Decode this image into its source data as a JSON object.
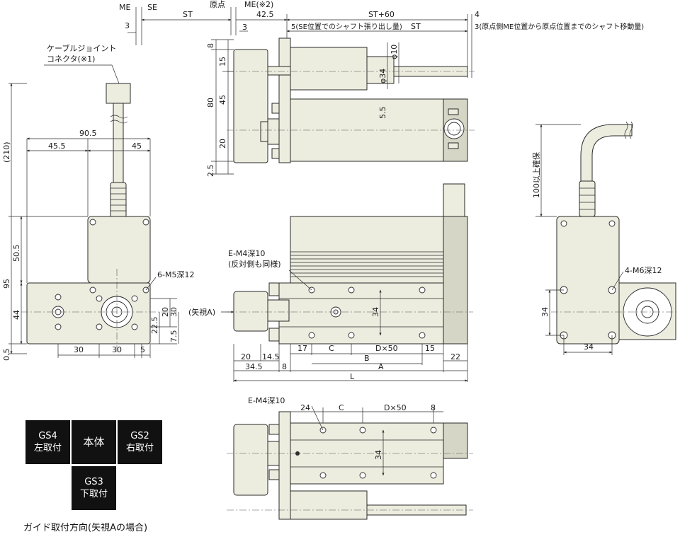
{
  "top_labels": {
    "me": "ME",
    "se": "SE",
    "st_left": "ST",
    "origin": "原点",
    "me_note": "ME(※2)",
    "d425": "42.5",
    "d3a": "3",
    "d3b": "3",
    "st60": "ST+60",
    "d4": "4",
    "se_note": "5(SE位置でのシャフト張り出し量)",
    "st_right": "ST",
    "st_note": "3(原点側ME位置から原点位置までのシャフト移動量)"
  },
  "top_view_dims": {
    "d8": "8",
    "d15": "15",
    "d80": "80",
    "d45": "45",
    "d20": "20",
    "d25": "2.5",
    "phi10": "φ10",
    "phi34": "φ34",
    "d55": "5.5"
  },
  "connector_label": {
    "line1": "ケーブルジョイント",
    "line2": "コネクタ(※1)"
  },
  "left_view_dims": {
    "d210": "(210)",
    "d905": "90.5",
    "d455": "45.5",
    "d45": "45",
    "d505": "50.5",
    "d95": "95",
    "d44": "44",
    "d05": "0.5",
    "d30a": "30",
    "d30b": "30",
    "d5": "5",
    "d225": "22.5",
    "d20": "20",
    "d30v": "30",
    "d75": "7.5",
    "tap": "6-M5深12"
  },
  "front_view_dims": {
    "tap1": "E-M4深10",
    "tap1b": "(反対側も同様)",
    "arrow": "(矢視A)",
    "d34": "34",
    "d17": "17",
    "c": "C",
    "dx50": "D×50",
    "d15": "15",
    "d20": "20",
    "d145": "14.5",
    "b": "B",
    "d22": "22",
    "d345": "34.5",
    "d8": "8",
    "a": "A",
    "l": "L"
  },
  "right_view_dims": {
    "d100": "100以上確保",
    "tap": "4-M6深12",
    "d34v": "34",
    "d34h": "34"
  },
  "bottom_view_dims": {
    "tap": "E-M4深10",
    "d24": "24",
    "c": "C",
    "dx50": "D×50",
    "d8": "8",
    "d34": "34"
  },
  "orientation_tiles": [
    {
      "line1": "GS4",
      "line2": "左取付"
    },
    {
      "line1": "本体",
      "line2": ""
    },
    {
      "line1": "GS2",
      "line2": "右取付"
    },
    {
      "line1": "GS3",
      "line2": "下取付"
    }
  ],
  "caption": "ガイド取付方向(矢視Aの場合)"
}
